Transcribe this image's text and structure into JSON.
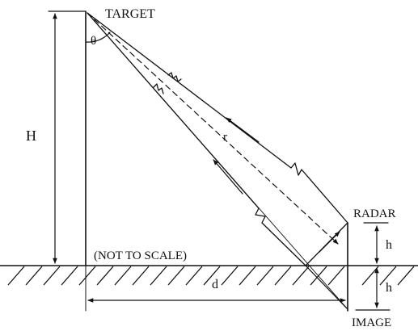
{
  "labels": {
    "target": "TARGET",
    "theta": "θ",
    "H": "H",
    "r": "r",
    "radar": "RADAR",
    "h_upper": "h",
    "h_lower": "h",
    "note": "(NOT TO SCALE)",
    "d": "d",
    "image": "IMAGE"
  },
  "colors": {
    "ink": "#111111",
    "background": "#ffffff"
  }
}
